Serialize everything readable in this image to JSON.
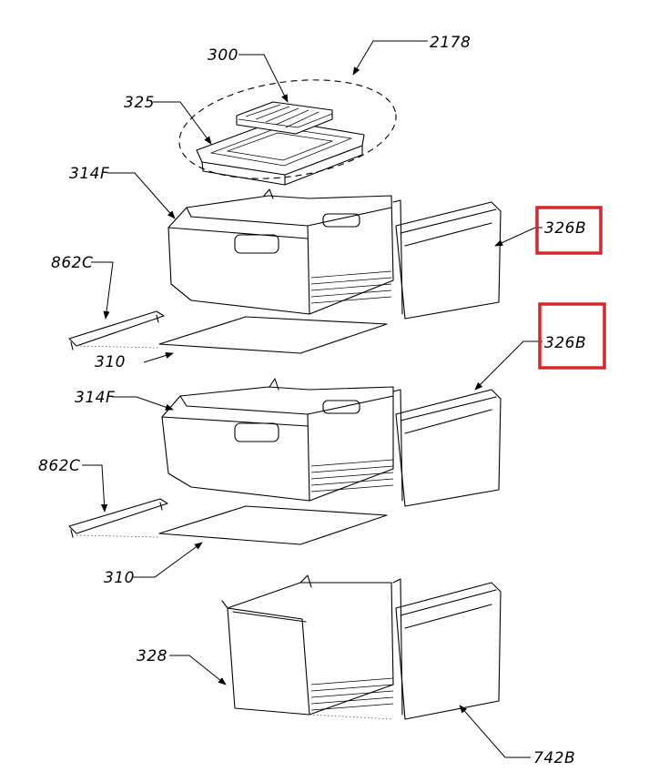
{
  "labels": {
    "icemaker_group": "2178",
    "ice_tray": "300",
    "ice_bin": "325",
    "upper_drawer": "314F",
    "upper_cover": "862C",
    "upper_shelf": "310",
    "upper_drawer_front_1": "326B",
    "upper_drawer_front_2": "326B",
    "middle_drawer": "314F",
    "middle_cover": "862C",
    "middle_shelf": "310",
    "bottom_drawer": "328",
    "bottom_drawer_front": "742B"
  },
  "highlight_color": "#d6262b"
}
